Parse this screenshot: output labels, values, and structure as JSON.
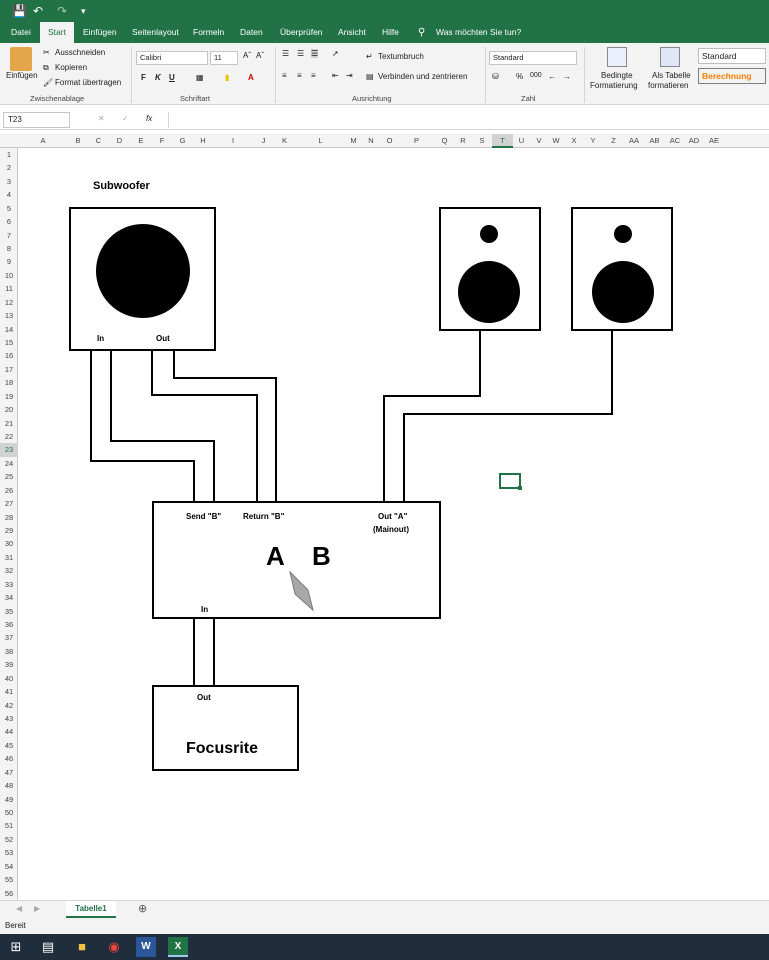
{
  "titlebar": {
    "save_icon": "save-icon",
    "undo_icon": "undo-icon",
    "redo_icon": "redo-icon"
  },
  "tabs": [
    "Datei",
    "Start",
    "Einfügen",
    "Seitenlayout",
    "Formeln",
    "Daten",
    "Überprüfen",
    "Ansicht",
    "Hilfe"
  ],
  "tell_me": "Was möchten Sie tun?",
  "ribbon": {
    "paste": "Einfügen",
    "cut": "Ausschneiden",
    "copy": "Kopieren",
    "format_painter": "Format übertragen",
    "group_clipboard": "Zwischenablage",
    "font_name": "Calibri",
    "font_size": "11",
    "bold": "F",
    "italic": "K",
    "underline": "U",
    "group_font": "Schriftart",
    "wrap_text": "Textumbruch",
    "merge_center": "Verbinden und zentrieren",
    "group_alignment": "Ausrichtung",
    "number_format": "Standard",
    "percent": "%",
    "thousands": "000",
    "group_number": "Zahl",
    "cond_format_1": "Bedingte",
    "cond_format_2": "Formatierung",
    "as_table_1": "Als Tabelle",
    "as_table_2": "formatieren",
    "style_standard": "Standard",
    "style_calc": "Berechnung"
  },
  "formula_bar": {
    "name_box": "T23",
    "fx": "fx",
    "value": ""
  },
  "columns": [
    "A",
    "B",
    "C",
    "D",
    "E",
    "F",
    "G",
    "H",
    "I",
    "J",
    "K",
    "L",
    "M",
    "N",
    "O",
    "P",
    "Q",
    "R",
    "S",
    "T",
    "U",
    "V",
    "W",
    "X",
    "Y",
    "Z",
    "AA",
    "AB",
    "AC",
    "AD",
    "AE"
  ],
  "rows": [
    "1",
    "2",
    "3",
    "4",
    "5",
    "6",
    "7",
    "8",
    "9",
    "10",
    "11",
    "12",
    "13",
    "14",
    "15",
    "16",
    "17",
    "18",
    "19",
    "20",
    "21",
    "22",
    "23",
    "24",
    "25",
    "26",
    "27",
    "28",
    "29",
    "30",
    "31",
    "32",
    "33",
    "34",
    "35",
    "36",
    "37",
    "38",
    "39",
    "40",
    "41",
    "42",
    "43",
    "44",
    "45",
    "46",
    "47",
    "48",
    "49",
    "50",
    "51",
    "52",
    "53",
    "54",
    "55",
    "56"
  ],
  "selected_cell": "T23",
  "diagram": {
    "subwoofer_title": "Subwoofer",
    "sub_in": "In",
    "sub_out": "Out",
    "send_b": "Send \"B\"",
    "return_b": "Return \"B\"",
    "out_a": "Out \"A\"",
    "mainout": "(Mainout)",
    "label_a": "A",
    "label_b": "B",
    "switch_in": "In",
    "focusrite_out": "Out",
    "focusrite": "Focusrite"
  },
  "sheet_tab": "Tabelle1",
  "status": "Bereit",
  "colors": {
    "accent": "#217346",
    "selection": "#217346",
    "calc_orange": "#fa7d00"
  }
}
